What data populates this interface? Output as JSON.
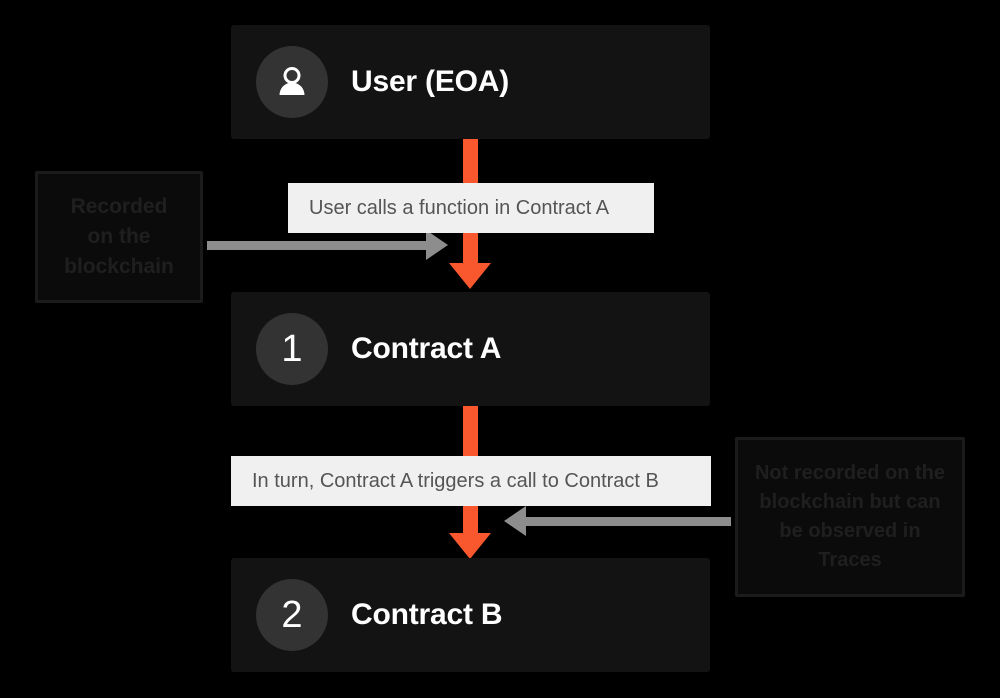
{
  "diagram": {
    "title": "Contract call flow",
    "background_color": "#000000",
    "accent_color": "#f9572e",
    "node_color": "#131313",
    "caption_color": "#f0f0f0"
  },
  "nodes": [
    {
      "id": "user",
      "badge": "person-icon",
      "badge_text": "",
      "title": "User (EOA)"
    },
    {
      "id": "contract_a",
      "badge": "number",
      "badge_text": "1",
      "title": "Contract A"
    },
    {
      "id": "contract_b",
      "badge": "number",
      "badge_text": "2",
      "title": "Contract B"
    }
  ],
  "captions": [
    {
      "id": "call_a",
      "text": "User calls a function in Contract A"
    },
    {
      "id": "call_b",
      "text": "In turn, Contract A triggers a call to Contract B"
    }
  ],
  "annotations": {
    "left": {
      "lines": [
        "Recorded",
        "on the",
        "blockchain"
      ],
      "line_1": "Recorded",
      "line_2": "on the",
      "line_3": "blockchain"
    },
    "right": {
      "lines": [
        "Not recorded on the",
        "blockchain but can",
        "be observed in",
        "Traces"
      ],
      "line_1": "Not recorded on the",
      "line_2": "blockchain but can",
      "line_3": "be observed in",
      "line_4": "Traces"
    }
  }
}
